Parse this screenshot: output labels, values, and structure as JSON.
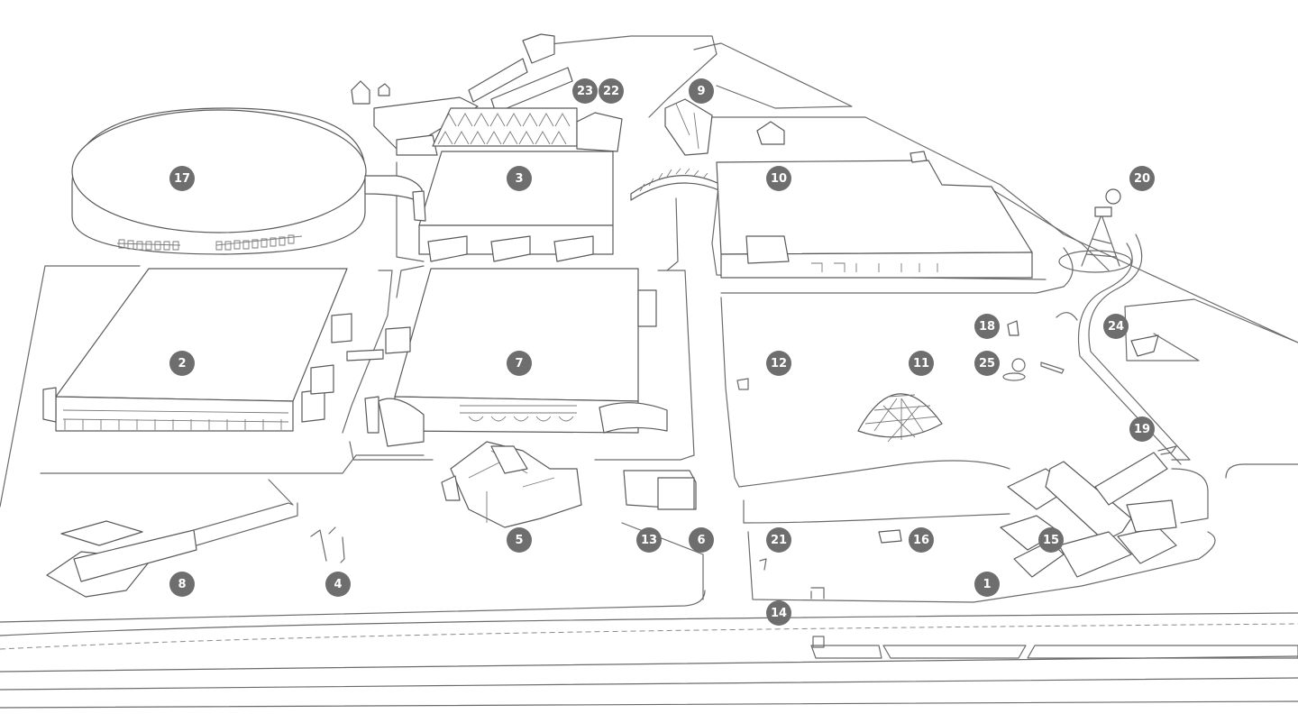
{
  "map": {
    "markers": [
      {
        "id": "1"
      },
      {
        "id": "2"
      },
      {
        "id": "3"
      },
      {
        "id": "4"
      },
      {
        "id": "5"
      },
      {
        "id": "6"
      },
      {
        "id": "7"
      },
      {
        "id": "8"
      },
      {
        "id": "9"
      },
      {
        "id": "10"
      },
      {
        "id": "11"
      },
      {
        "id": "12"
      },
      {
        "id": "13"
      },
      {
        "id": "14"
      },
      {
        "id": "15"
      },
      {
        "id": "16"
      },
      {
        "id": "17"
      },
      {
        "id": "18"
      },
      {
        "id": "19"
      },
      {
        "id": "20"
      },
      {
        "id": "21"
      },
      {
        "id": "22"
      },
      {
        "id": "23"
      },
      {
        "id": "24"
      },
      {
        "id": "25"
      }
    ],
    "colors": {
      "marker_fill": "#6e6e6e",
      "marker_text": "#ffffff",
      "line": "#6b6b6b",
      "background": "#ffffff"
    }
  }
}
